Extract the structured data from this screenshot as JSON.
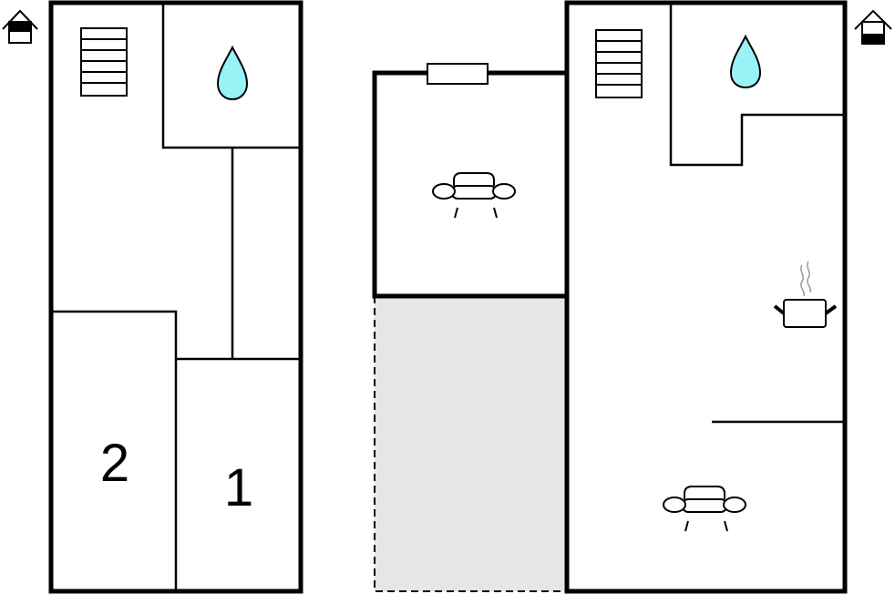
{
  "floor_plan": {
    "room_labels": [
      {
        "id": "room-1",
        "text": "1"
      },
      {
        "id": "room-2",
        "text": "2"
      }
    ],
    "icons": {
      "upper_floor": "house-upper-floor-icon",
      "ground_floor": "house-ground-floor-icon",
      "stairs": "stairs-icon",
      "bathroom": "water-drop-icon",
      "living": "sofa-icon",
      "kitchen": "cooking-pot-icon",
      "window": "window-icon"
    },
    "colors": {
      "wall": "#000000",
      "water": "#99f2f6",
      "terrace": "#e6e6e6",
      "steam": "#999999"
    }
  }
}
